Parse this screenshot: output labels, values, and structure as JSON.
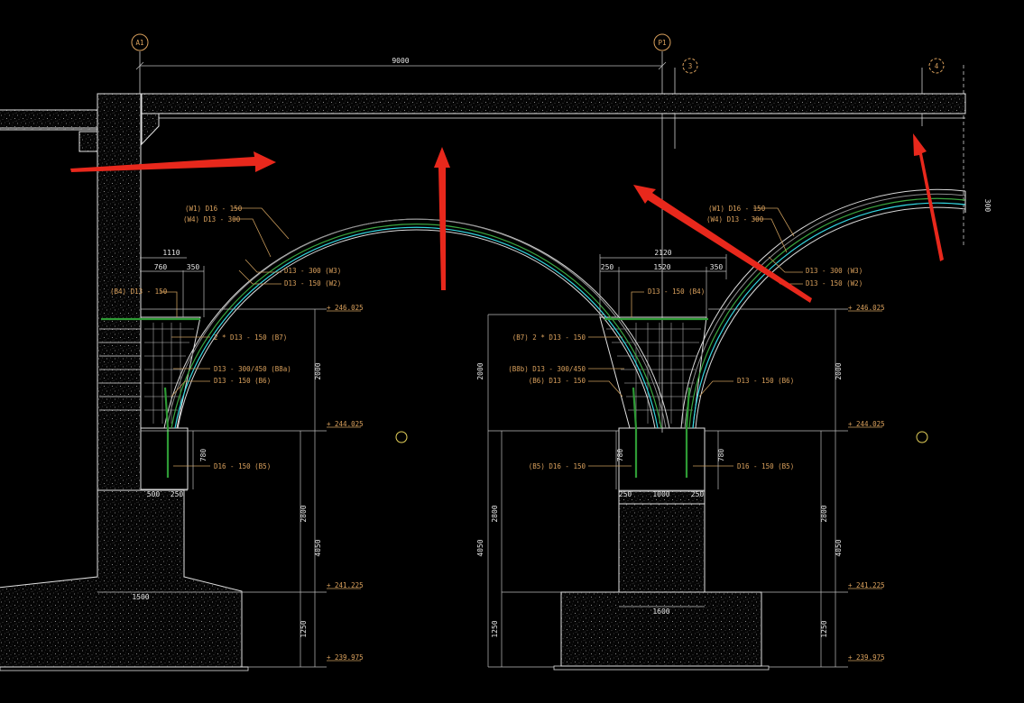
{
  "grid": {
    "axis_a1": "A1",
    "axis_p1": "P1",
    "axis_3": "3",
    "axis_4": "4"
  },
  "dims": {
    "span_top": "9000",
    "d1110": "1110",
    "d760": "760",
    "d350_l": "350",
    "d2120": "2120",
    "d250_m1": "250",
    "d1520": "1520",
    "d350_m": "350",
    "d300_r": "300",
    "d2000_l": "2000",
    "d780_l": "780",
    "d500": "500",
    "d250_l": "250",
    "d1500": "1500",
    "d2800_l": "2800",
    "d4050_l": "4050",
    "d1250_l": "1250",
    "d2000_m": "2000",
    "d780_m": "780",
    "d250_m2": "250",
    "d1000": "1000",
    "d250_m3": "250",
    "d1600": "1600",
    "d2800_ml": "2800",
    "d4050_ml": "4050",
    "d1250_ml": "1250",
    "d2000_r": "2000",
    "d2800_r": "2800",
    "d4050_r": "4050",
    "d1250_r": "1250"
  },
  "levels": {
    "l1_left": "+ 246.025",
    "l2_left": "+ 244.025",
    "l3_left": "+ 241.225",
    "l4_left": "+ 239.975",
    "l1_right": "+ 246.025",
    "l2_right": "+ 244.025",
    "l3_right": "+ 241.225",
    "l4_right": "+ 239.975"
  },
  "rebar_labels": {
    "w1_left": "(W1) D16 - 150",
    "w4_left": "(W4) D13 - 300",
    "w3_left": "D13 - 300 (W3)",
    "w2_left": "D13 - 150 (W2)",
    "b4_left": "(B4) D13 - 150",
    "b7_left": "2 * D13 - 150 (B7)",
    "b8a_left": "D13 - 300/450 (B8a)",
    "b6_left": "D13 - 150 (B6)",
    "b5_left": "D16 - 150 (B5)",
    "w1_right": "(W1) D16 - 150",
    "w4_right": "(W4) D13 - 300",
    "w3_right": "D13 - 300 (W3)",
    "w2_right": "D13 - 150 (W2)",
    "b4_mid": "D13 - 150 (B4)",
    "b7_mid": "(B7) 2 * D13 - 150",
    "b8b_mid": "(B8b) D13 - 300/450",
    "b6_mid_l": "(B6) D13 - 150",
    "b6_mid_r": "D13 - 150 (B6)",
    "b5_mid_l": "(B5) D16 - 150",
    "b5_mid_r": "D16 - 150 (B5)"
  },
  "colors": {
    "background": "#000000",
    "linework": "#e8e8e8",
    "annotation": "#d9a05c",
    "rebar_green": "#2e9a35",
    "rebar_cyan": "#33d6e0",
    "arrow_red": "#e8281c"
  }
}
